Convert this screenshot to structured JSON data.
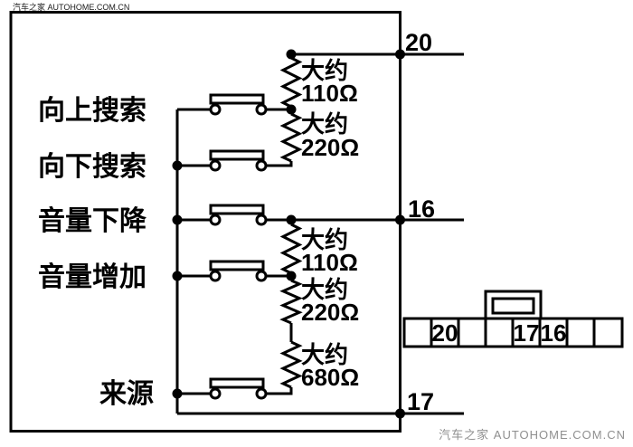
{
  "diagram": {
    "controls": [
      {
        "label": "向上搜索"
      },
      {
        "label": "向下搜索"
      },
      {
        "label": "音量下降"
      },
      {
        "label": "音量增加"
      },
      {
        "label": "来源"
      }
    ],
    "resistors": [
      {
        "prefix": "大约",
        "value": "110Ω"
      },
      {
        "prefix": "大约",
        "value": "220Ω"
      },
      {
        "prefix": "大约",
        "value": "110Ω"
      },
      {
        "prefix": "大约",
        "value": "220Ω"
      },
      {
        "prefix": "大约",
        "value": "680Ω"
      }
    ],
    "pins": [
      {
        "label": "20"
      },
      {
        "label": "16"
      },
      {
        "label": "17"
      }
    ],
    "connector_cells": [
      "",
      "20",
      "",
      "",
      "17",
      "16",
      "",
      ""
    ]
  },
  "watermarks": {
    "top": "汽车之家 AUTOHOME.COM.CN",
    "bottom": "汽车之家  AUTOHOME.COM.CN"
  },
  "colors": {
    "ink": "#000000",
    "watermark_gray": "#8f8f8f",
    "background": "#ffffff"
  }
}
